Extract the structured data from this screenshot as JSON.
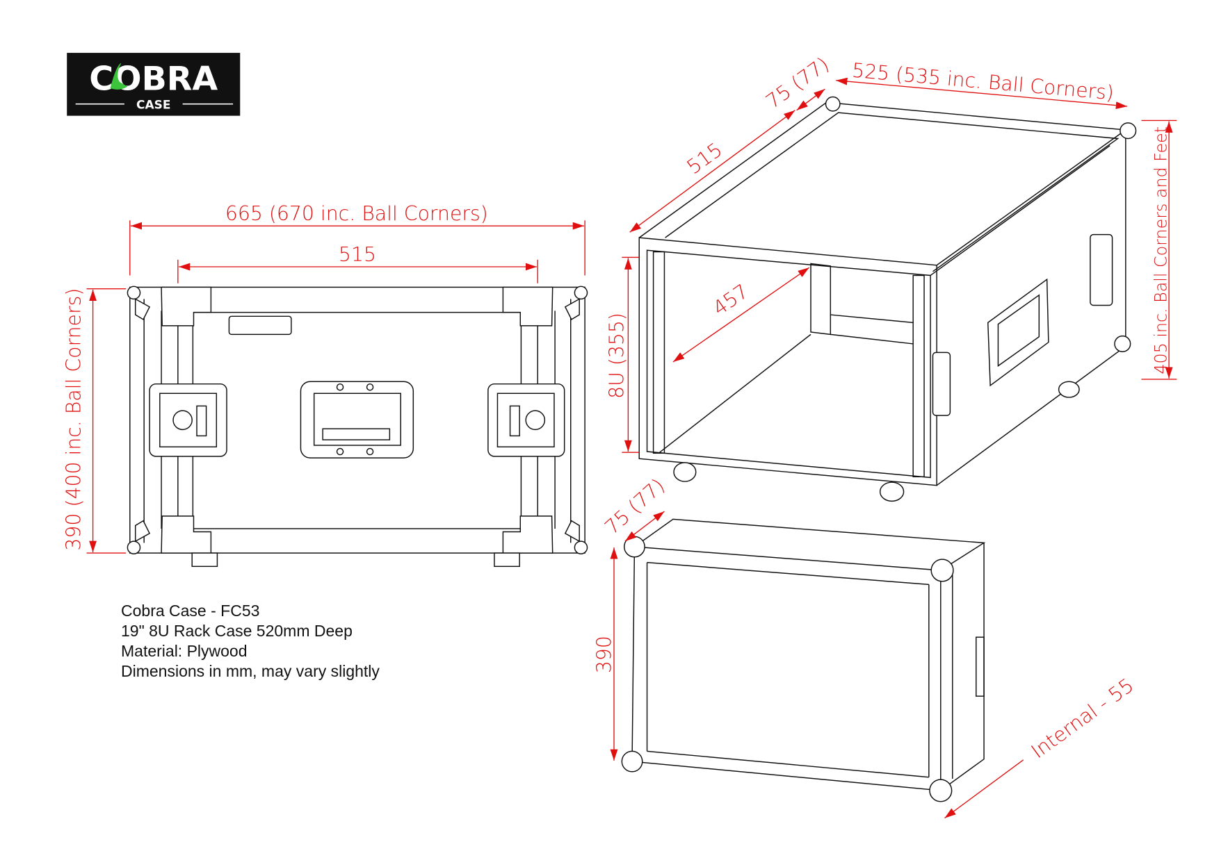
{
  "logo": {
    "brand": "COBRA",
    "sub": "CASE",
    "accent": "#3cc43c"
  },
  "front_view": {
    "width_label": "665 (670 inc. Ball Corners)",
    "inner_width_label": "515",
    "height_label": "390 (400 inc. Ball Corners)"
  },
  "iso_view": {
    "depth_label": "515",
    "lid_label": "75 (77)",
    "width_label": "525 (535 inc. Ball Corners)",
    "height_label": "405 inc. Ball Corners and Feet",
    "rack_label": "8U (355)",
    "internal_depth_label": "457"
  },
  "lid_view": {
    "lid_label": "75 (77)",
    "height_label": "390",
    "internal_label": "Internal - 55"
  },
  "description": {
    "line1": "Cobra Case - FC53",
    "line2": "19\" 8U Rack Case 520mm Deep",
    "line3": "Material: Plywood",
    "line4": "Dimensions in mm, may vary slightly"
  }
}
